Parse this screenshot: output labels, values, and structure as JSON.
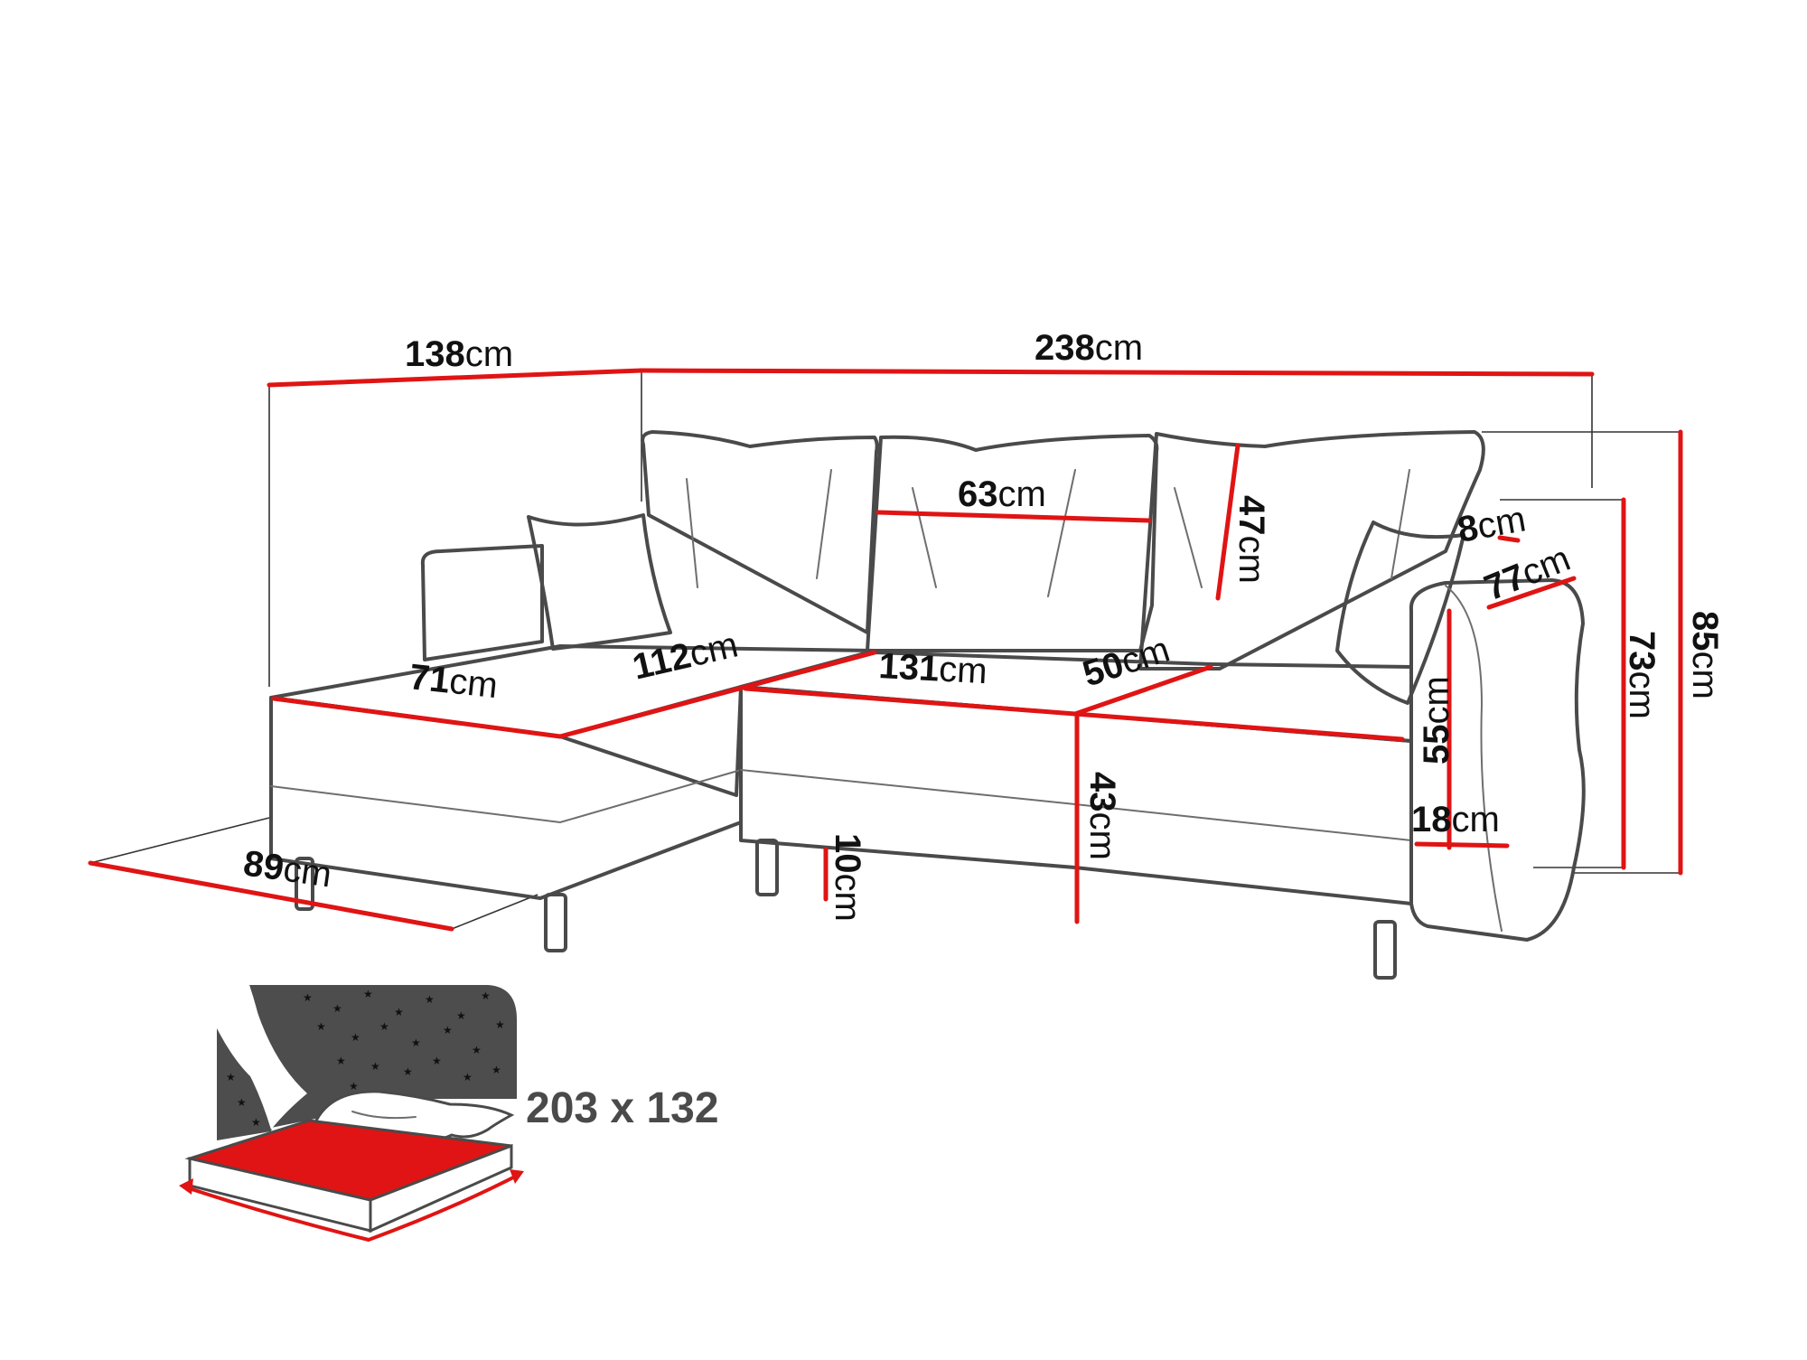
{
  "colors": {
    "dimension_line": "#e01414",
    "outline": "#4a4a4a",
    "night_panel": "#4d4d4d",
    "bed_surface": "#e01414",
    "caption": "#4a4a4a"
  },
  "unit": "cm",
  "dimensions": {
    "chaise_length": "138",
    "total_length": "238",
    "cushion_width": "63",
    "back_height": "47",
    "armrest_width": "8",
    "armrest_depth": "77",
    "total_height": "85",
    "arm_height": "73",
    "chaise_seat_width": "71",
    "chaise_seat_length": "112",
    "seat_length": "131",
    "seat_depth": "50",
    "arm_inner_height": "55",
    "seat_height": "43",
    "arm_base_height": "18",
    "chaise_depth": "89",
    "leg_height": "10"
  },
  "sleeping_area": {
    "size_label": "203 x 132",
    "icons": [
      "star-icon",
      "pillow-icon",
      "bed-icon"
    ]
  }
}
